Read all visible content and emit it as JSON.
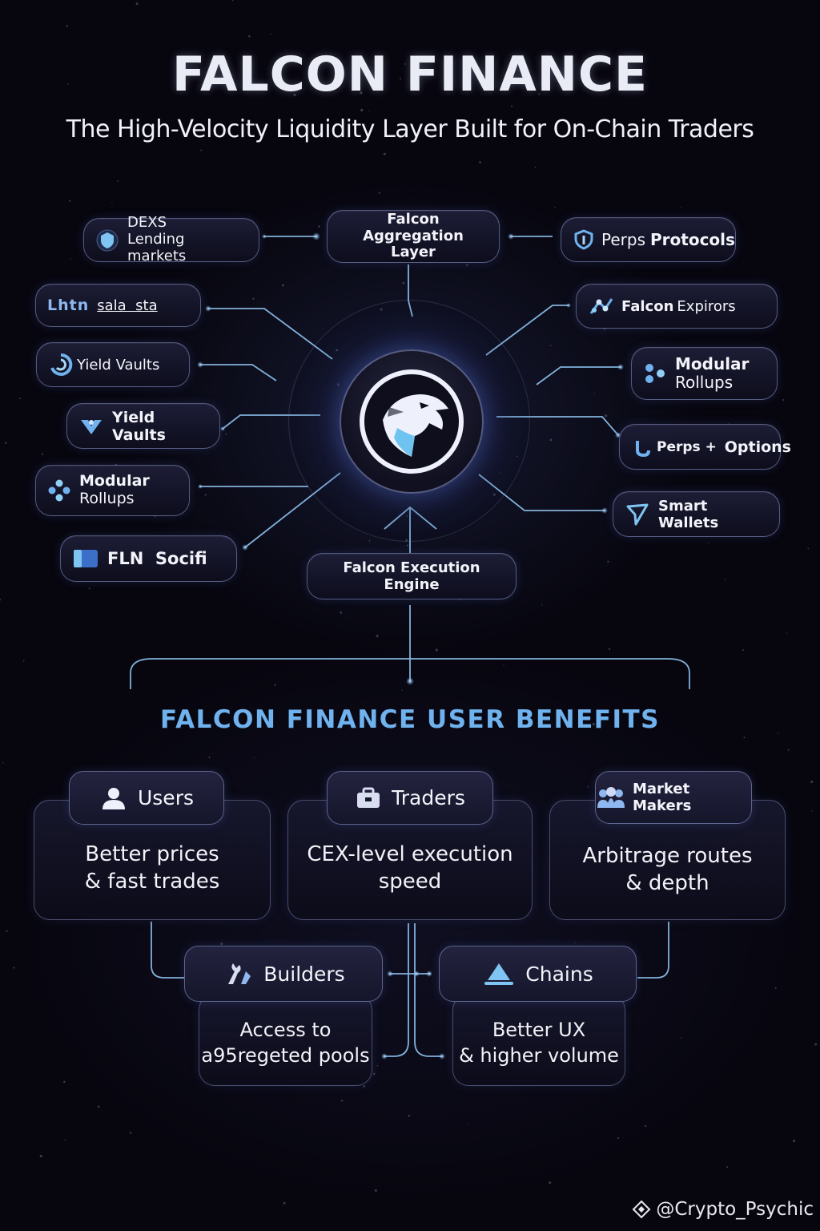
{
  "header": {
    "title": "FALCON FINANCE",
    "subtitle": "The High-Velocity Liquidity Layer Built for On-Chain Traders"
  },
  "diagram": {
    "top_node": {
      "line1": "Falcon Aggregation",
      "line2": "Layer"
    },
    "bottom_node": {
      "label": "Falcon Execution Engine"
    },
    "left_nodes": [
      {
        "line1": "DEXS",
        "line2": "Lending markets"
      },
      {
        "mark": "Lhtn",
        "label": "sala  sta"
      },
      {
        "label": "Yield Vaults"
      },
      {
        "label": "Yield Vaults"
      },
      {
        "line1": "Modular",
        "line2": "Rollups"
      },
      {
        "label": "FLN  Socifi"
      }
    ],
    "right_nodes": [
      {
        "part1": "Perps",
        "part2": "Protocols"
      },
      {
        "part1": "Falcon",
        "part2": "Expirors"
      },
      {
        "line1": "Modular",
        "line2": "Rollups"
      },
      {
        "part1": "Perps + ",
        "part2": "Options"
      },
      {
        "label": "Smart Wallets"
      }
    ]
  },
  "benefits": {
    "title": "FALCON FINANCE USER BENEFITS",
    "groups": [
      {
        "label": "Users",
        "line1": "Better prices",
        "line2": "& fast trades"
      },
      {
        "label": "Traders",
        "line1": "CEX-level execution",
        "line2": "speed"
      },
      {
        "label": "Market Makers",
        "line1": "Arbitrage routes",
        "line2": "& depth"
      },
      {
        "label": "Builders",
        "line1": "Access to",
        "line2": "a95regeted pools"
      },
      {
        "label": "Chains",
        "line1": "Better UX",
        "line2": "& higher volume"
      }
    ]
  },
  "watermark": {
    "handle": "@Crypto_Psychic"
  },
  "colors": {
    "accent": "#6fb2ee",
    "wire": "#8fc4f0",
    "background": "#07060f"
  }
}
